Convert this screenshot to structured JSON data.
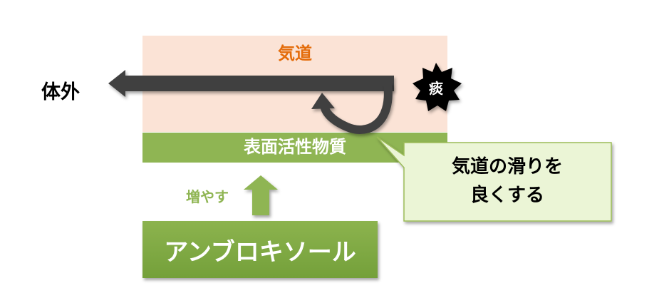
{
  "diagram": {
    "outside_label": "体外",
    "airway_label": "気道",
    "phlegm_label": "痰",
    "surfactant_label": "表面活性物質",
    "increase_label": "増やす",
    "drug_label": "アンブロキソール",
    "callout_text": "気道の滑りを\n良くする",
    "colors": {
      "airway_fill": "#fbe3d6",
      "airway_text": "#e46c0a",
      "surfactant_fill": "#8fb553",
      "arrow_dark": "#404040",
      "phlegm_fill": "#000000",
      "callout_fill": "#ebf5d6",
      "callout_border": "#9bbb59"
    }
  }
}
